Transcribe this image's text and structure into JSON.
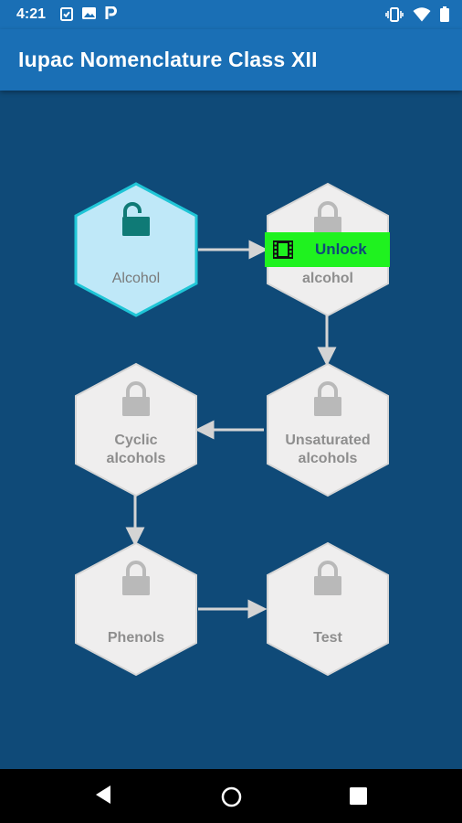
{
  "status_bar": {
    "time": "4:21"
  },
  "app_bar": {
    "title": "Iupac Nomenclature Class XII"
  },
  "nodes": [
    {
      "label": "Alcohol",
      "state": "unlocked"
    },
    {
      "label": "alcohol",
      "state": "locked"
    },
    {
      "label": "Cyclic\nalcohols",
      "state": "locked"
    },
    {
      "label": "Unsaturated\nalcohols",
      "state": "locked"
    },
    {
      "label": "Phenols",
      "state": "locked"
    },
    {
      "label": "Test",
      "state": "locked"
    }
  ],
  "unlock_banner": {
    "label": "Unlock",
    "icon": "film-strip-icon"
  },
  "colors": {
    "background": "#0f4a78",
    "app_bar": "#1a6fb5",
    "active_fill": "#bfe8f8",
    "active_border": "#1fc5d6",
    "active_lock": "#0f7a76",
    "locked_fill": "#efeeee",
    "locked_lock": "#b9b9b9",
    "unlock_banner": "#1ff21f",
    "arrow": "#d4d4d4"
  }
}
